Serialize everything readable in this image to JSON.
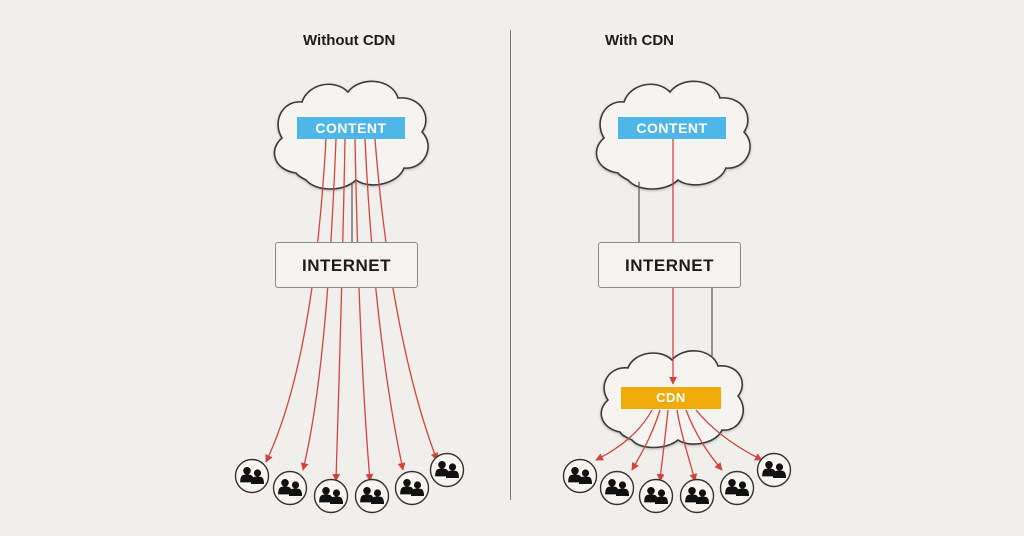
{
  "panels": {
    "left": {
      "title": "Without CDN",
      "content_label": "CONTENT",
      "internet_label": "INTERNET"
    },
    "right": {
      "title": "With CDN",
      "content_label": "CONTENT",
      "internet_label": "INTERNET",
      "cdn_label": "CDN"
    }
  },
  "colors": {
    "background": "#f1efec",
    "content_label": "#4fb6e8",
    "cdn_label": "#f0ab0a",
    "arrow": "#d6433a",
    "cloud_stroke": "#3a3a3a",
    "user_icon": "#111111"
  },
  "icons": {
    "user_group": "users-icon",
    "cloud": "cloud-icon"
  }
}
